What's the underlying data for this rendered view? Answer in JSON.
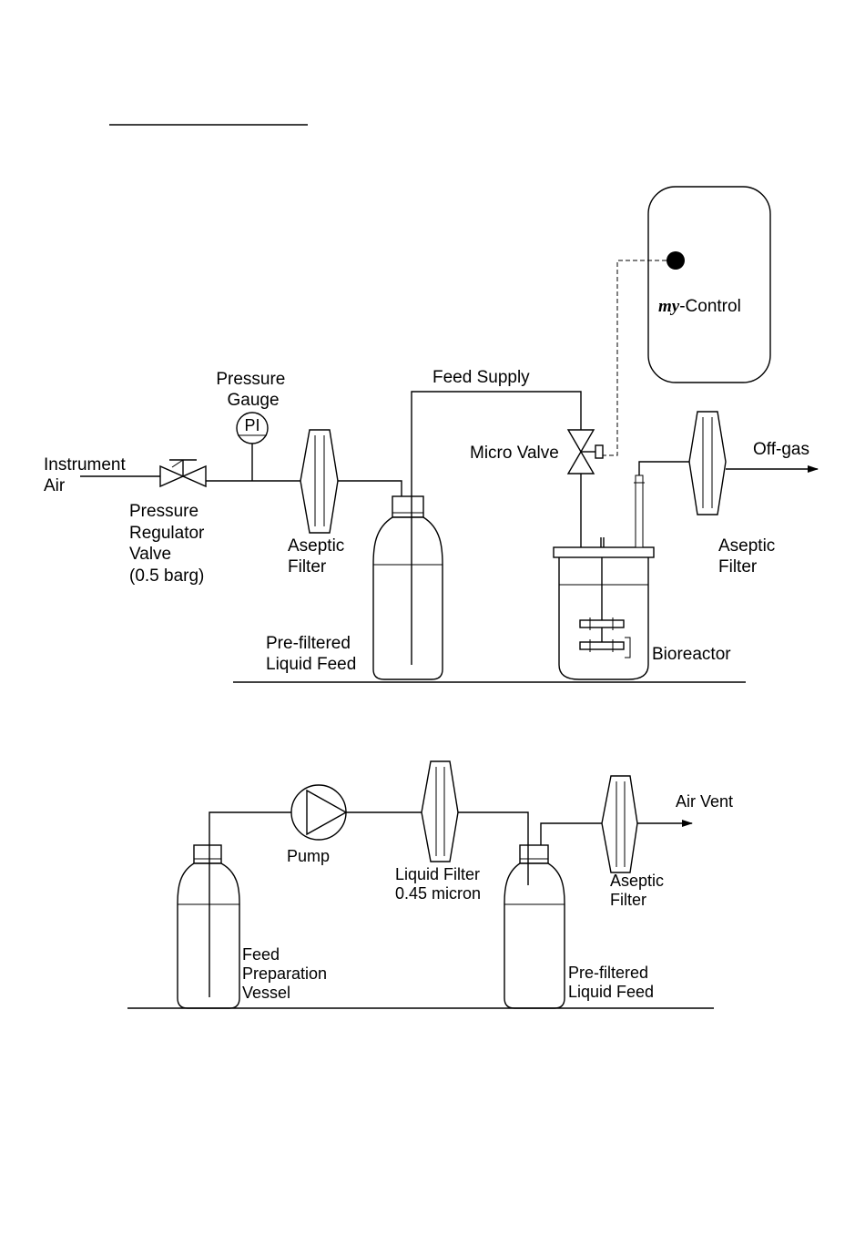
{
  "diagram": {
    "top": {
      "instrument_air": [
        "Instrument",
        "Air"
      ],
      "pressure_gauge": [
        "Pressure",
        "Gauge"
      ],
      "gauge_symbol": "PI",
      "regulator": [
        "Pressure",
        "Regulator",
        "Valve",
        "(0.5 barg)"
      ],
      "aseptic_filter_1": [
        "Aseptic",
        "Filter"
      ],
      "feed_supply": "Feed Supply",
      "micro_valve": "Micro Valve",
      "controller_prefix": "my",
      "controller_suffix": "-Control",
      "off_gas": "Off-gas",
      "aseptic_filter_2": [
        "Aseptic",
        "Filter"
      ],
      "liquid_feed": [
        "Pre-filtered",
        "Liquid Feed"
      ],
      "bioreactor": "Bioreactor"
    },
    "bottom": {
      "pump": "Pump",
      "liquid_filter": [
        "Liquid Filter",
        "0.45 micron"
      ],
      "air_vent": "Air Vent",
      "aseptic_filter": [
        "Aseptic",
        "Filter"
      ],
      "feed_vessel": [
        "Feed",
        "Preparation",
        "Vessel"
      ],
      "liquid_feed": [
        "Pre-filtered",
        "Liquid Feed"
      ]
    }
  }
}
